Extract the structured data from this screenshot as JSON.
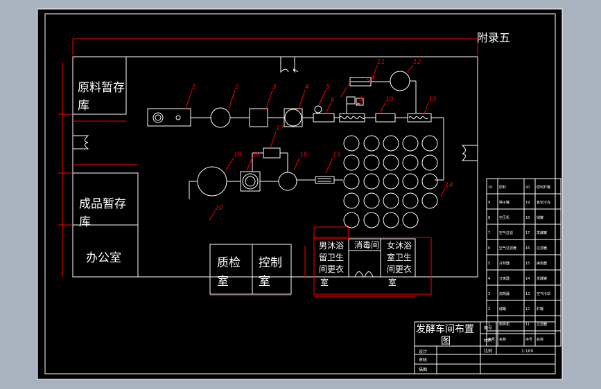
{
  "sheet": {
    "appendix_title": "附录五"
  },
  "rooms": {
    "raw_storage": [
      "原料暂存",
      "库"
    ],
    "product_storage": [
      "成品暂存",
      "库"
    ],
    "office": "办公室",
    "quality_check": [
      "质检",
      "室"
    ],
    "control_room": [
      "控制",
      "室"
    ],
    "men_shower": "男沐浴",
    "men_toilet": "留卫生",
    "men_locker": "间更衣",
    "men_room": "室",
    "disinfect": "消毒间",
    "women_shower": "女沐浴",
    "women_toilet": "室卫生",
    "women_locker": "间更衣",
    "women_room": "室"
  },
  "equipment_numbers": [
    "1",
    "2",
    "3",
    "4",
    "5",
    "6",
    "7",
    "8",
    "9",
    "10",
    "11",
    "12",
    "13",
    "14",
    "15",
    "16",
    "17",
    "18",
    "19",
    "20"
  ],
  "title_block": {
    "drawing_title": [
      "发酵车间布置",
      "图"
    ],
    "scale_value": "1:100",
    "row_labels": [
      "设计",
      "审核",
      "描图"
    ],
    "small_fields": [
      "图号",
      "材料",
      "比例"
    ]
  },
  "parts_list": {
    "rows": [
      [
        "10",
        "原料",
        "20",
        "原料贮罐"
      ],
      [
        "9",
        "种子罐",
        "19",
        "真空冷冻"
      ],
      [
        "8",
        "空压机",
        "18",
        "储罐"
      ],
      [
        "7",
        "空气过滤",
        "17",
        "发酵罐"
      ],
      [
        "6",
        "空气过滤器",
        "16",
        "过滤器"
      ],
      [
        "5",
        "冷却器",
        "15",
        "换热器"
      ],
      [
        "4",
        "分离器",
        "14",
        "发酵罐"
      ],
      [
        "3",
        "加热器",
        "13",
        "空气冷却"
      ],
      [
        "2",
        "储罐",
        "12",
        "贮罐"
      ],
      [
        "1",
        "粉碎机",
        "11",
        "过滤器"
      ]
    ],
    "footer": [
      "序号",
      "名称",
      "序号",
      "名称"
    ]
  },
  "colors": {
    "paper": "#000000",
    "frame": "#ffffff",
    "dimension": "#ff0000",
    "background": "#a9b3bf"
  }
}
